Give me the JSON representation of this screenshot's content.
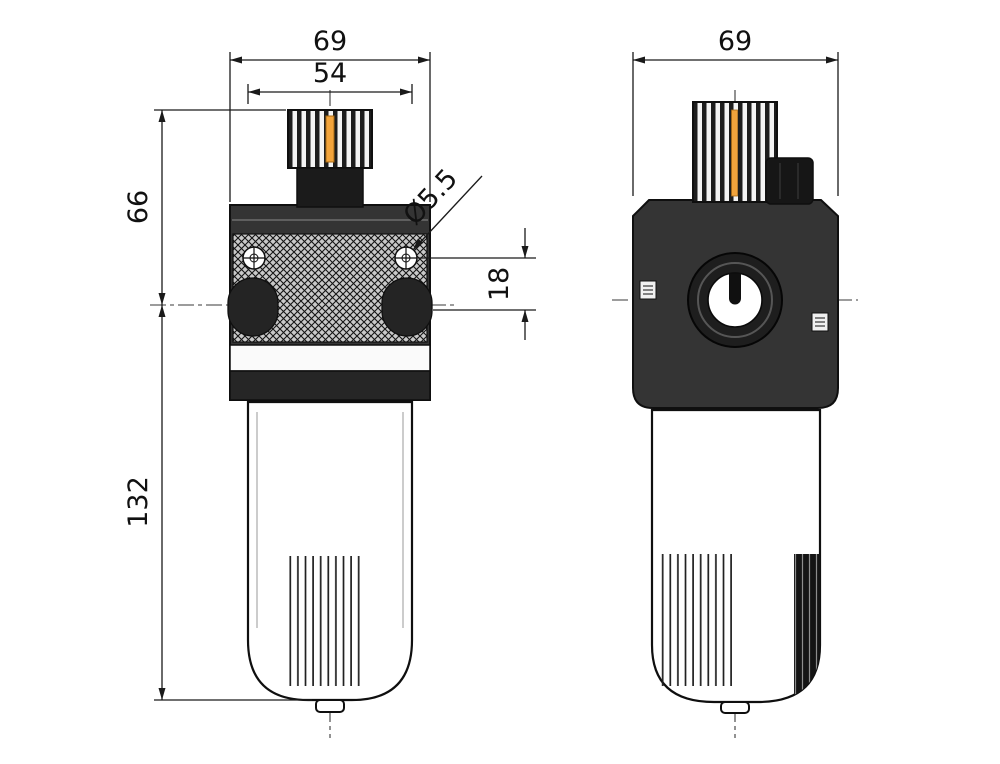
{
  "drawing": {
    "background_color": "#ffffff",
    "line_color": "#1a1a1a",
    "body_color": "#343434",
    "accent_color": "#f2a43c",
    "views": {
      "front": {
        "dims": {
          "overall_width": "69",
          "bowl_width": "54",
          "upper_height": "66",
          "lower_height": "132",
          "hole_diameter": "Ø5.5",
          "hole_spacing": "18"
        }
      },
      "side": {
        "dims": {
          "overall_width": "69"
        }
      }
    }
  }
}
